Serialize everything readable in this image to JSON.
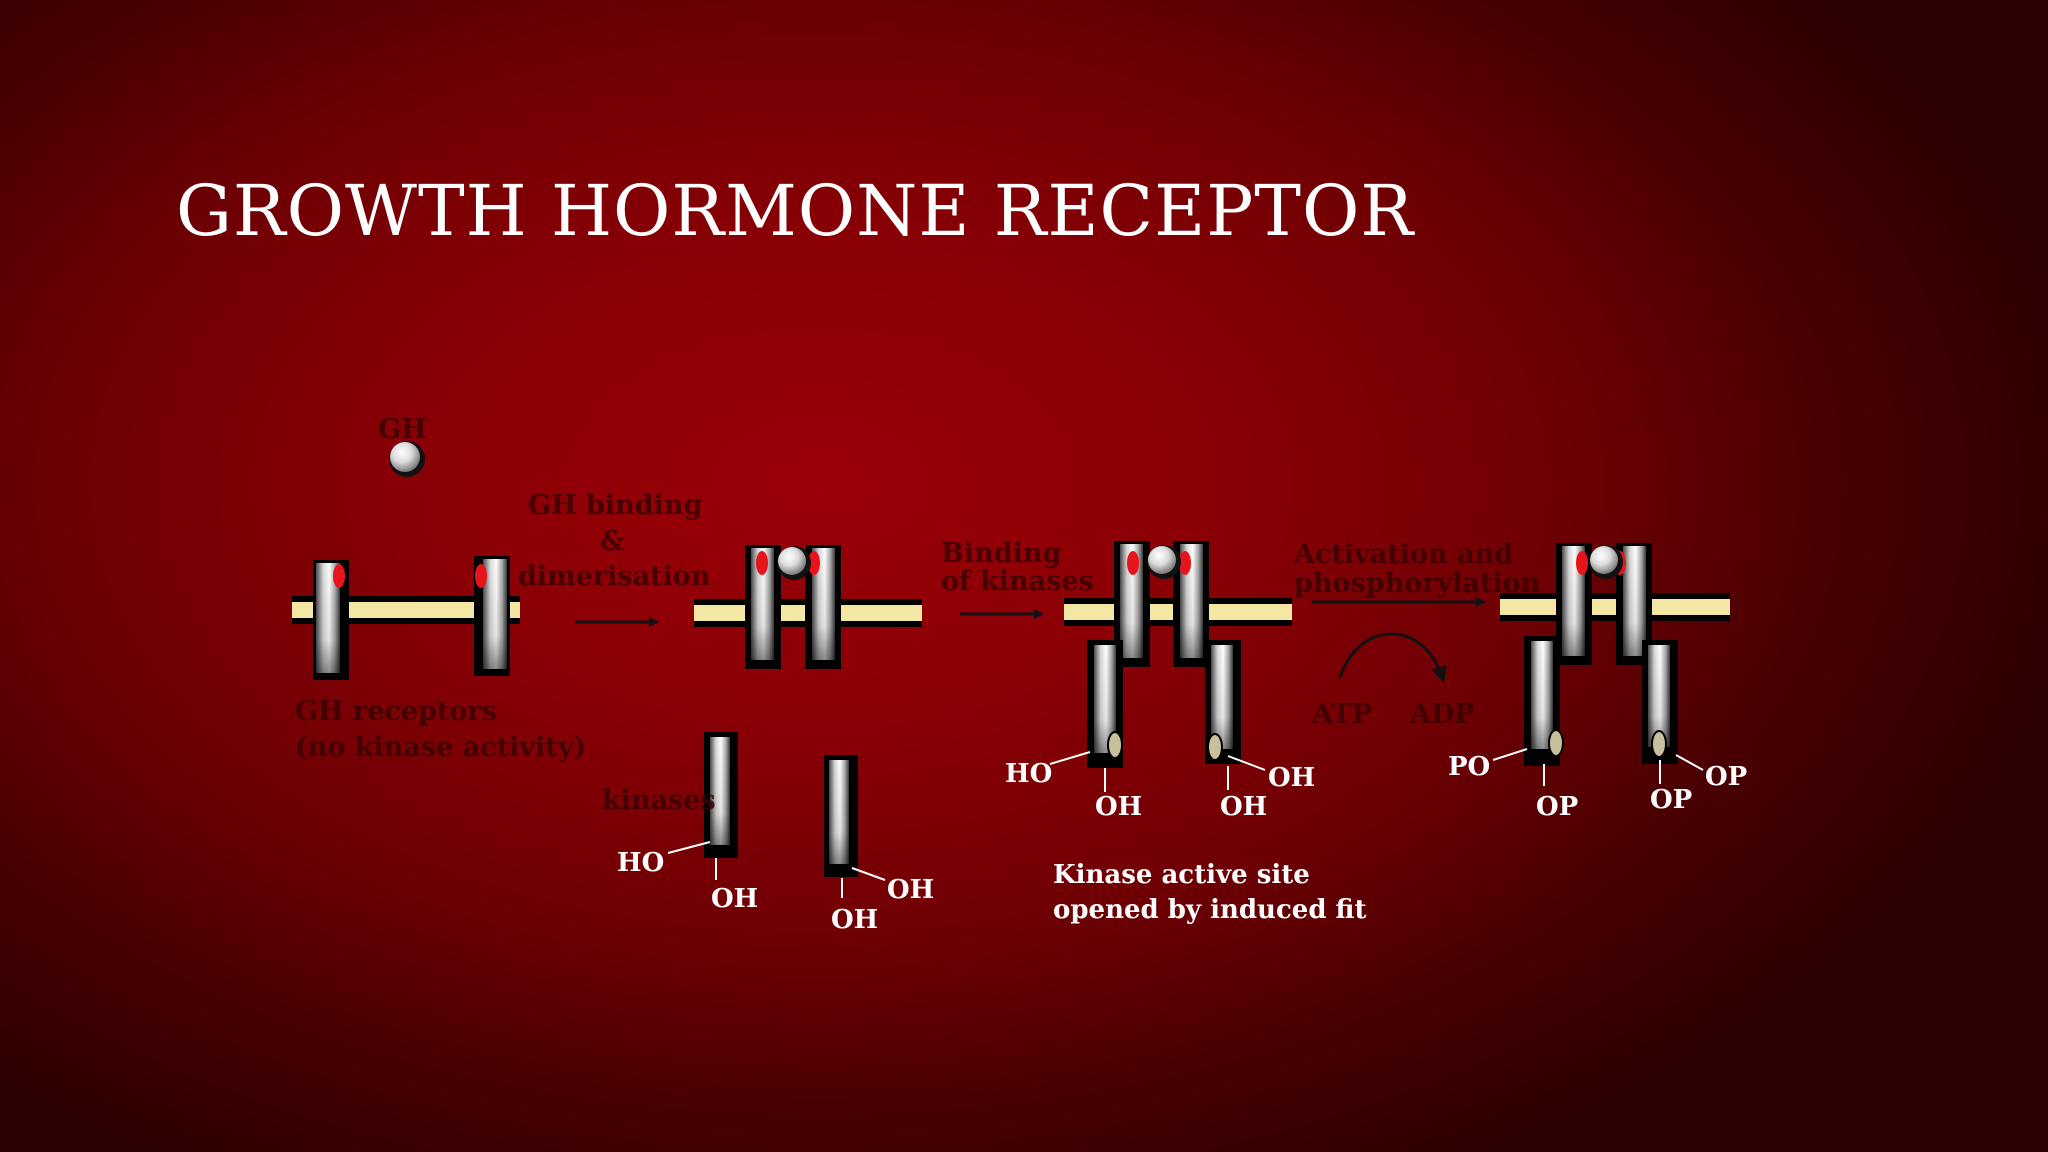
{
  "slide": {
    "title": "GROWTH HORMONE RECEPTOR"
  },
  "diagram": {
    "gh_label": "GH",
    "step1_line1": "GH binding",
    "step1_line2": "&",
    "step1_line3": "dimerisation",
    "step2_line1": "Binding",
    "step2_line2": "of kinases",
    "step3_line1": "Activation and",
    "step3_line2": "phosphorylation",
    "receptors_line1": "GH receptors",
    "receptors_line2": "(no kinase activity)",
    "kinases_label": "kinases",
    "atp": "ATP",
    "adp": "ADP",
    "ho": "HO",
    "oh": "OH",
    "po": "PO",
    "op": "OP",
    "fit_line1": "Kinase active site",
    "fit_line2": "opened by induced fit"
  },
  "colors": {
    "membrane": "#f3e7a3",
    "marker": "#e8141c",
    "background": "#8a0005",
    "dark_text": "#2a0000"
  }
}
